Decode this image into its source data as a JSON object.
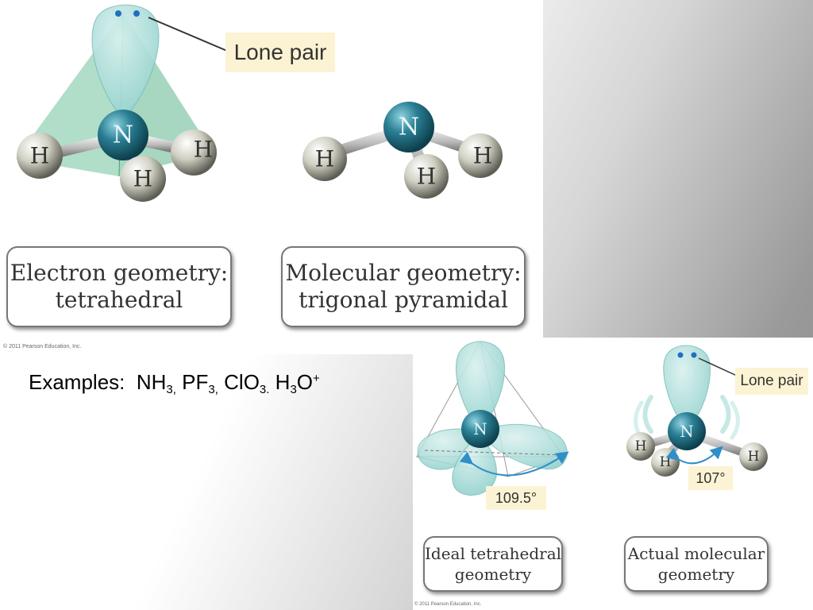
{
  "top": {
    "lone_pair_label": "Lone pair",
    "electron_geometry": {
      "line1": "Electron geometry:",
      "line2": "tetrahedral"
    },
    "molecular_geometry": {
      "line1": "Molecular geometry:",
      "line2": "trigonal pyramidal"
    },
    "copyright": "© 2011 Pearson Education, Inc."
  },
  "examples": {
    "label": "Examples:",
    "nh3": {
      "base": "NH",
      "sub": "3,"
    },
    "pf3": {
      "base": "PF",
      "sub": "3,"
    },
    "clo3": {
      "base": "ClO",
      "sub": "3."
    },
    "h3o": {
      "a": "H",
      "sub": "3",
      "b": "O",
      "sup": "+"
    }
  },
  "bottom": {
    "lone_pair_label": "Lone pair",
    "angle_ideal": "109.5°",
    "angle_actual": "107°",
    "ideal_box": {
      "line1": "Ideal tetrahedral",
      "line2": "geometry"
    },
    "actual_box": {
      "line1": "Actual molecular",
      "line2": "geometry"
    },
    "copyright": "© 2011 Pearson Education, Inc."
  },
  "atoms": {
    "nitrogen": "N",
    "hydrogen": "H"
  },
  "colors": {
    "nitrogen": "#2a7f94",
    "hydrogen": "#bdbdb0",
    "lobe": "#a9dcd8",
    "tetrahedron": "#6fc29a",
    "label_bg": "#fbf3d3",
    "angle_arrow": "#2e8fc9"
  }
}
